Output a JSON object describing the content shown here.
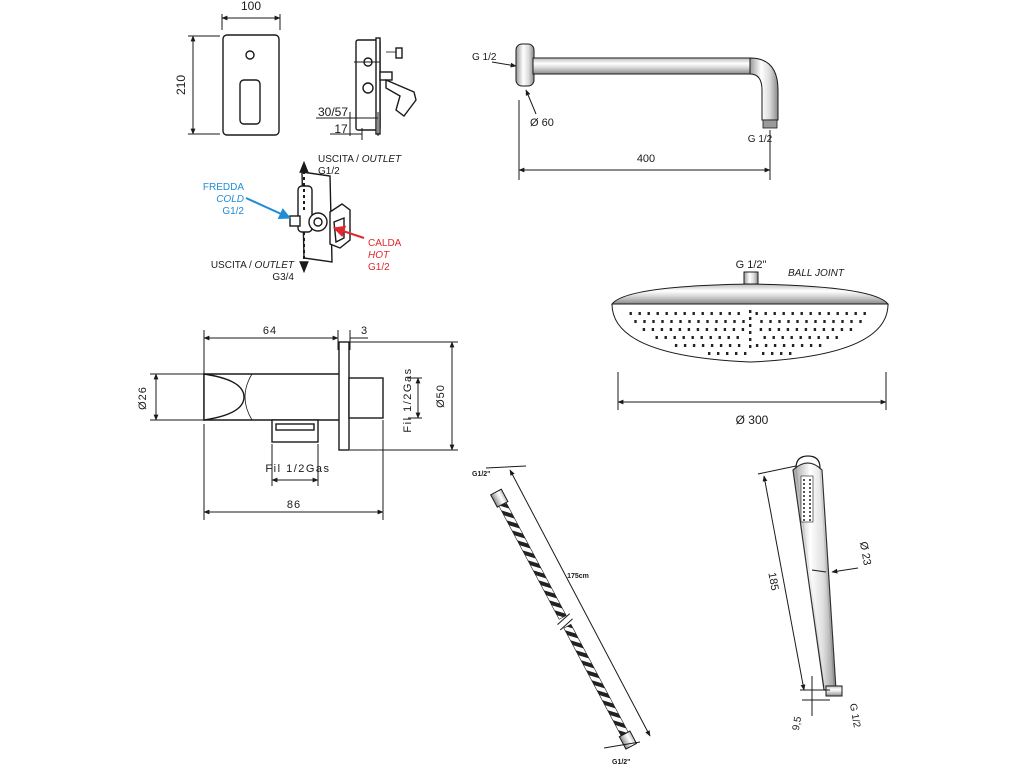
{
  "mixer": {
    "width": "100",
    "height": "210",
    "depth": "30/57",
    "depth2": "17",
    "outlet_top_label": "USCITA / ",
    "outlet_top_label_en": "OUTLET",
    "outlet_top_size": "G1/2",
    "cold_label": "FREDDA",
    "cold_label_en": "COLD",
    "cold_size": "G1/2",
    "hot_label": "CALDA",
    "hot_label_en": "HOT",
    "hot_size": "G1/2",
    "outlet_bottom_label": "USCITA / ",
    "outlet_bottom_label_en": "OUTLET",
    "outlet_bottom_size": "G3/4",
    "cold_color": "#1f8dd6",
    "hot_color": "#e0282e"
  },
  "arm": {
    "inlet": "G 1/2",
    "flange": "Ø 60",
    "length": "400",
    "outlet": "G 1/2"
  },
  "head": {
    "connection": "G 1/2\"",
    "joint": "BALL JOINT",
    "diameter": "Ø 300"
  },
  "elbow": {
    "length": "64",
    "plate": "3",
    "diameter": "Ø26",
    "flange": "Ø50",
    "thread_side": "Fil 1/2Gas",
    "thread_bottom": "Fil 1/2Gas",
    "total": "86"
  },
  "hose": {
    "top": "G1/2\"",
    "length": "175cm",
    "bottom": "G1/2\""
  },
  "hand_shower": {
    "length": "185",
    "diameter": "Ø 23",
    "thread": "9,5",
    "connection": "G 1/2"
  }
}
